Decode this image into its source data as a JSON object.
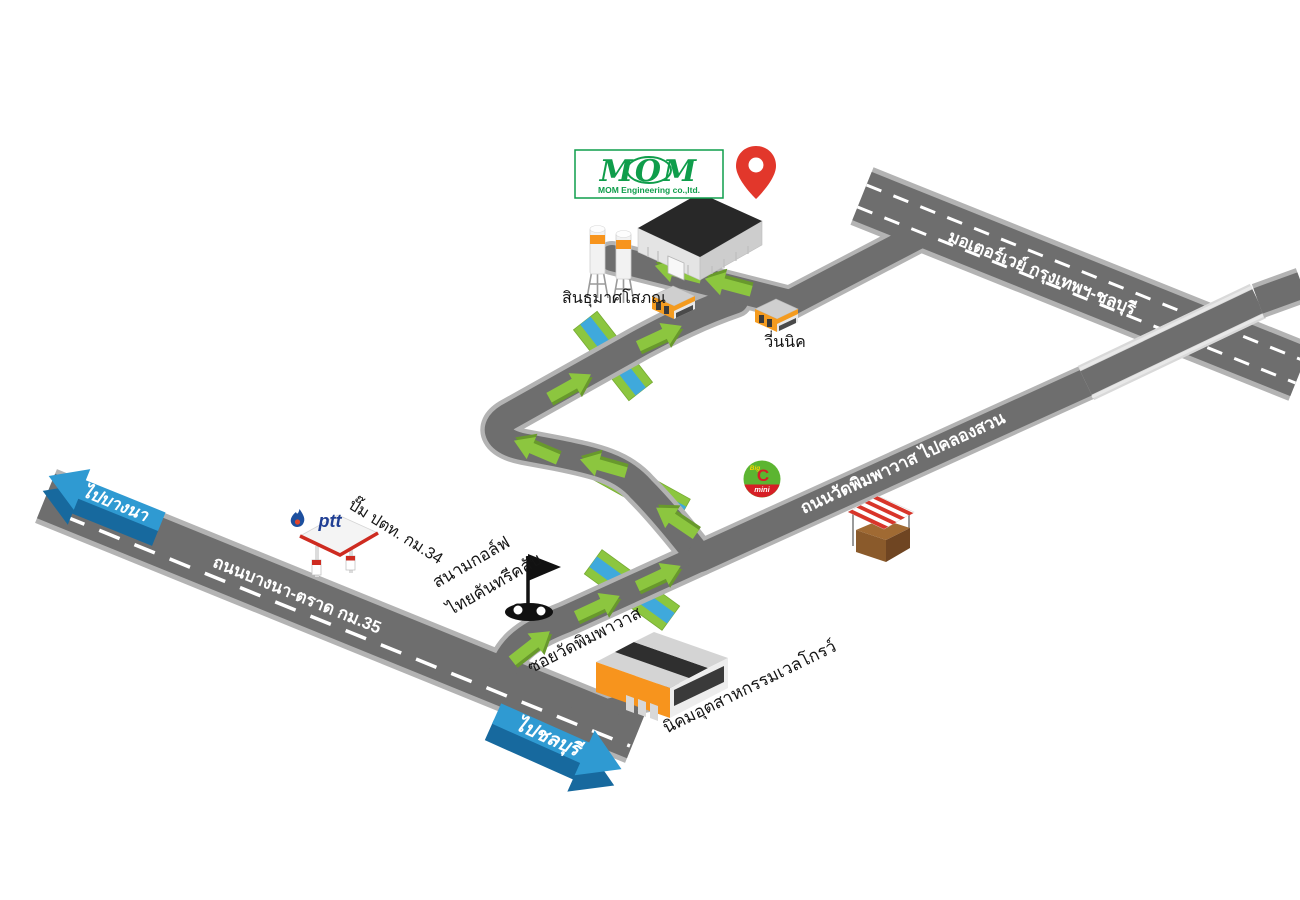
{
  "map": {
    "logo": {
      "name": "MOM",
      "subtitle": "MOM Engineering co.,ltd."
    },
    "roads": {
      "motorway": "มอเตอร์เวย์ กรุงเทพฯ-ชลบุรี",
      "wat_phimphawat": "ถนนวัดพิมพาวาส ไปคลองสวน",
      "bangna_trat": "ถนนบางนา-ตราด กม.35",
      "soi_wat_phimphawat": "ซอยวัดพิมพาวาส"
    },
    "signs": {
      "to_bangna": "ไปบางนา",
      "to_chonburi": "ไปชลบุรี"
    },
    "landmarks": {
      "concrete_plant": "สินธุมาศโสภณ",
      "vinic": "วี่นนิค",
      "industrial_estate": "นิคมอุตสาหกรรมเวลโกรว์",
      "golf_course_line1": "สนามกอล์ฟ",
      "golf_course_line2": "ไทยคันทรีคลับ",
      "gas_station": "ปั๊ม ปตท. กม.34",
      "ptt_logo": "ptt",
      "bigc_big": "Big",
      "bigc_c": "C",
      "bigc_mini": "mini"
    },
    "colors": {
      "road": "#6e6e6e",
      "road_edge": "#b3b3b3",
      "route_arrow": "#8CC63F",
      "canal_water": "#3FA9DC",
      "canal_bank": "#8CC63F",
      "sign_blue": "#2F9AD2",
      "brand_green": "#0F9D4B",
      "pin_red": "#E2372B",
      "building_orange": "#F7941D"
    }
  }
}
